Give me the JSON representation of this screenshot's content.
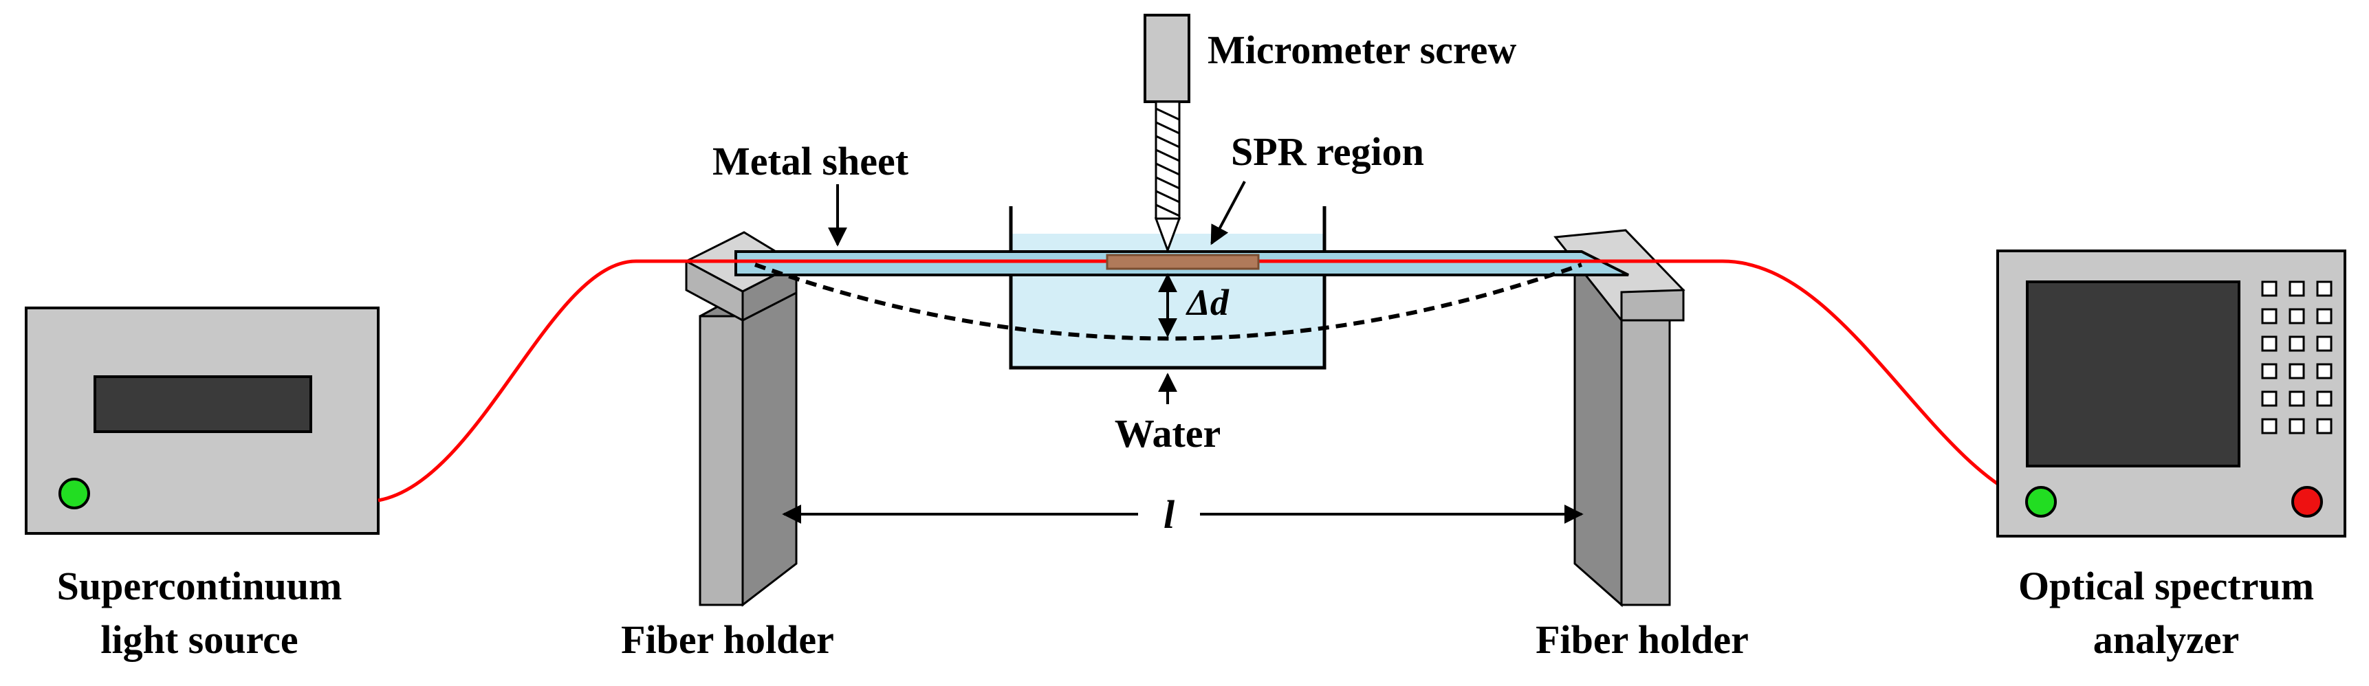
{
  "labels": {
    "micrometer_screw": "Micrometer screw",
    "spr_region": "SPR region",
    "metal_sheet": "Metal sheet",
    "delta_d": "Δd",
    "water": "Water",
    "length_l": "l",
    "light_source_line1": "Supercontinuum",
    "light_source_line2": "light source",
    "fiber_holder_left": "Fiber holder",
    "fiber_holder_right": "Fiber holder",
    "osa_line1": "Optical spectrum",
    "osa_line2": "analyzer"
  },
  "colors": {
    "fiber": "#ff0000",
    "water": "#d4eef7",
    "sheet": "#9fd3e4",
    "spr_region": "#b07a5a",
    "device_body": "#c8c8c8",
    "screen": "#3a3a3a",
    "holder_front": "#b4b4b4",
    "holder_side": "#8a8a8a",
    "holder_top": "#d6d6d6",
    "led_green": "#22dd22",
    "led_red": "#ee1111"
  }
}
